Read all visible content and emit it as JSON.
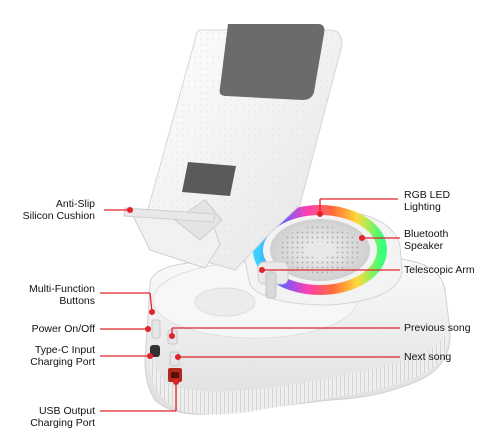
{
  "colors": {
    "leader": "#e0242a",
    "body": "#f2f2f2",
    "body_shadow": "#d9d9d9",
    "screen_dark": "#6b6b6b"
  },
  "labels": {
    "anti_slip": [
      "Anti-Slip",
      "Silicon Cushion"
    ],
    "multi_function": [
      "Multi-Function",
      "Buttons"
    ],
    "power": [
      "Power On/Off"
    ],
    "type_c": [
      "Type-C Input",
      "Charging Port"
    ],
    "usb_output": [
      "USB Output",
      "Charging Port"
    ],
    "rgb_led": [
      "RGB LED",
      "Lighting"
    ],
    "bluetooth": [
      "Bluetooth",
      "Speaker"
    ],
    "telescopic": [
      "Telescopic Arm"
    ],
    "previous": [
      "Previous song"
    ],
    "next": [
      "Next song"
    ]
  }
}
